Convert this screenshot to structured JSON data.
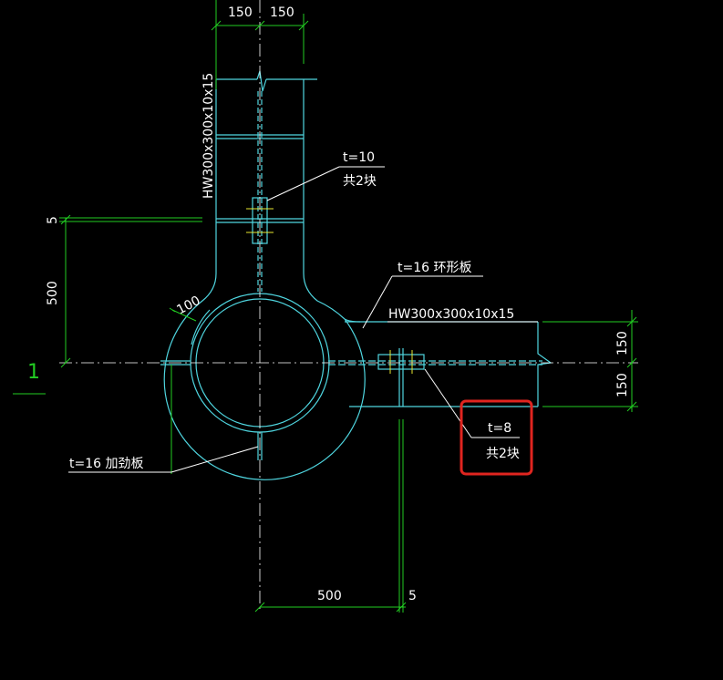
{
  "colors": {
    "background": "#000000",
    "steel": "#4fd6e0",
    "dimension": "#22cc22",
    "text": "#ffffff",
    "highlight": "#e0251f",
    "centerline": "#ffffff"
  },
  "dimensions": {
    "top_left": "150",
    "top_right": "150",
    "left_small": "5",
    "left_500": "500",
    "ring_width": "100",
    "right_150_upper": "150",
    "right_150_lower": "150",
    "bottom_500": "500",
    "bottom_small": "5"
  },
  "labels": {
    "column_section": "HW300x300x10x15",
    "beam_section": "HW300x300x10x15",
    "web_plate_thickness": "t=10",
    "web_plate_count": "共2块",
    "ring_plate": "t=16 环形板",
    "stiffener": "t=16 加劲板",
    "beam_plate_thickness": "t=8",
    "beam_plate_count": "共2块",
    "section_mark": "1"
  },
  "highlight_box": {
    "target": "beam_plate_callout"
  }
}
